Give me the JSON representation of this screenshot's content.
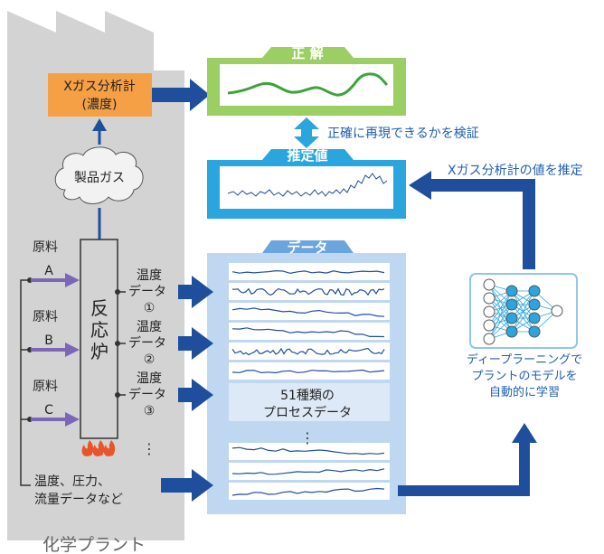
{
  "plant": {
    "name": "化学プラント",
    "analyzer_line1": "Xガス分析計",
    "analyzer_line2": "(濃度)",
    "product_gas": "製品ガス",
    "reactor_chars": [
      "反",
      "応",
      "炉"
    ],
    "materials": [
      {
        "line1": "原料",
        "line2": "A"
      },
      {
        "line1": "原料",
        "line2": "B"
      },
      {
        "line1": "原料",
        "line2": "C"
      }
    ],
    "temps": [
      {
        "line1": "温度",
        "line2": "データ",
        "num": "①"
      },
      {
        "line1": "温度",
        "line2": "データ",
        "num": "②"
      },
      {
        "line1": "温度",
        "line2": "データ",
        "num": "③"
      }
    ],
    "ellipsis": "⋮",
    "others_line1": "温度、圧力、",
    "others_line2": "流量データなど"
  },
  "answer": {
    "label": "正 解"
  },
  "verify": {
    "text": "正確に再現できるかを検証"
  },
  "estimate": {
    "label": "推定値",
    "caption": "Xガス分析計の値を推定"
  },
  "data_panel": {
    "label": "データ",
    "center_line1": "51種類の",
    "center_line2": "プロセスデータ",
    "ellipsis": "⋮"
  },
  "deep_learning": {
    "line1": "ディープラーニングで",
    "line2": "プラントのモデルを",
    "line3": "自動的に学習"
  },
  "colors": {
    "plant_bg": "#d3d3d3",
    "analyzer": "#f5a044",
    "arrow_blue": "#1f4f9c",
    "answer": "#9bcf63",
    "answer_line": "#3ca43a",
    "estimate": "#2aa5de",
    "data_panel": "#bfd7f0",
    "data_header": "#6aa5de",
    "signal": "#1f4f9c",
    "material_arrow": "#7b66b8",
    "flame": "#e8552a",
    "dl_text": "#1f5fb0"
  }
}
